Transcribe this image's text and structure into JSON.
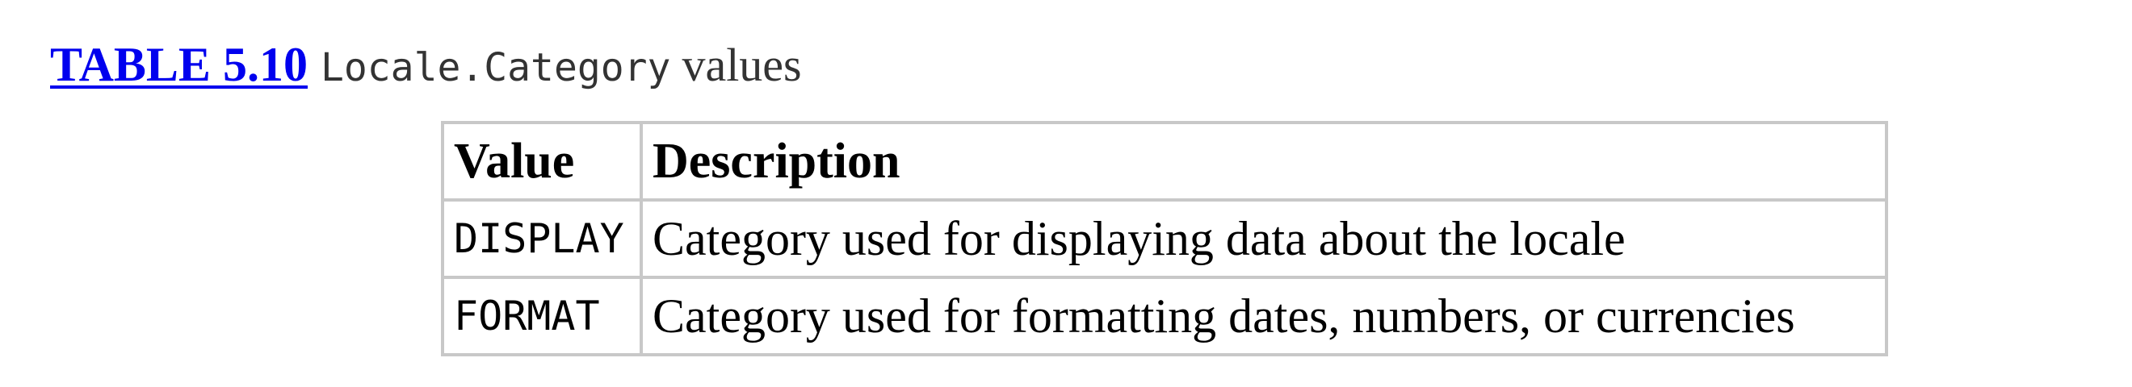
{
  "caption": {
    "label": "TABLE 5.10",
    "code": "Locale.Category",
    "text": "values"
  },
  "table": {
    "headers": [
      "Value",
      "Description"
    ],
    "rows": [
      {
        "value": "DISPLAY",
        "description": "Category used for displaying data about the locale"
      },
      {
        "value": "FORMAT",
        "description": "Category used for formatting dates, numbers, or currencies"
      }
    ]
  },
  "colors": {
    "link": "#0000ee",
    "caption_text": "#333333",
    "border": "#c8c8c8"
  }
}
